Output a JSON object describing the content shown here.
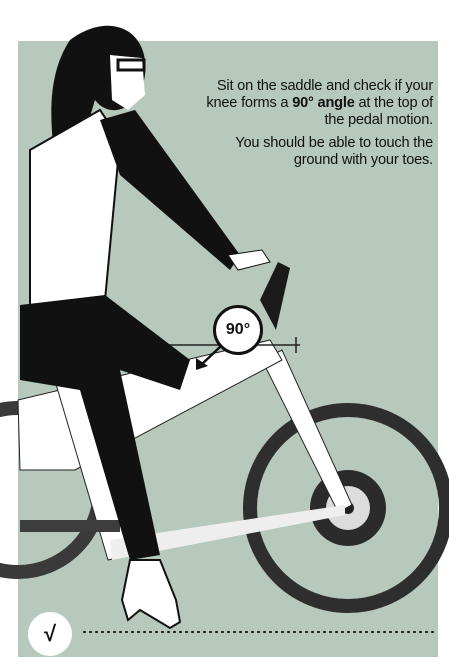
{
  "caption": {
    "line1_part1": "Sit on the saddle and check if your knee forms a",
    "line1_bold": "90° angle",
    "line1_part2": "at the top of the pedal motion.",
    "line2": "You should be able to touch the ground with your toes."
  },
  "angle_badge": {
    "label": "90°"
  },
  "check_badge": {
    "icon": "check-icon",
    "glyph": "√"
  },
  "colors": {
    "background": "#b7c8bc",
    "bike_frame": "#ffffff",
    "rider_clothing": "#111111",
    "tire": "#3a3a3a"
  }
}
